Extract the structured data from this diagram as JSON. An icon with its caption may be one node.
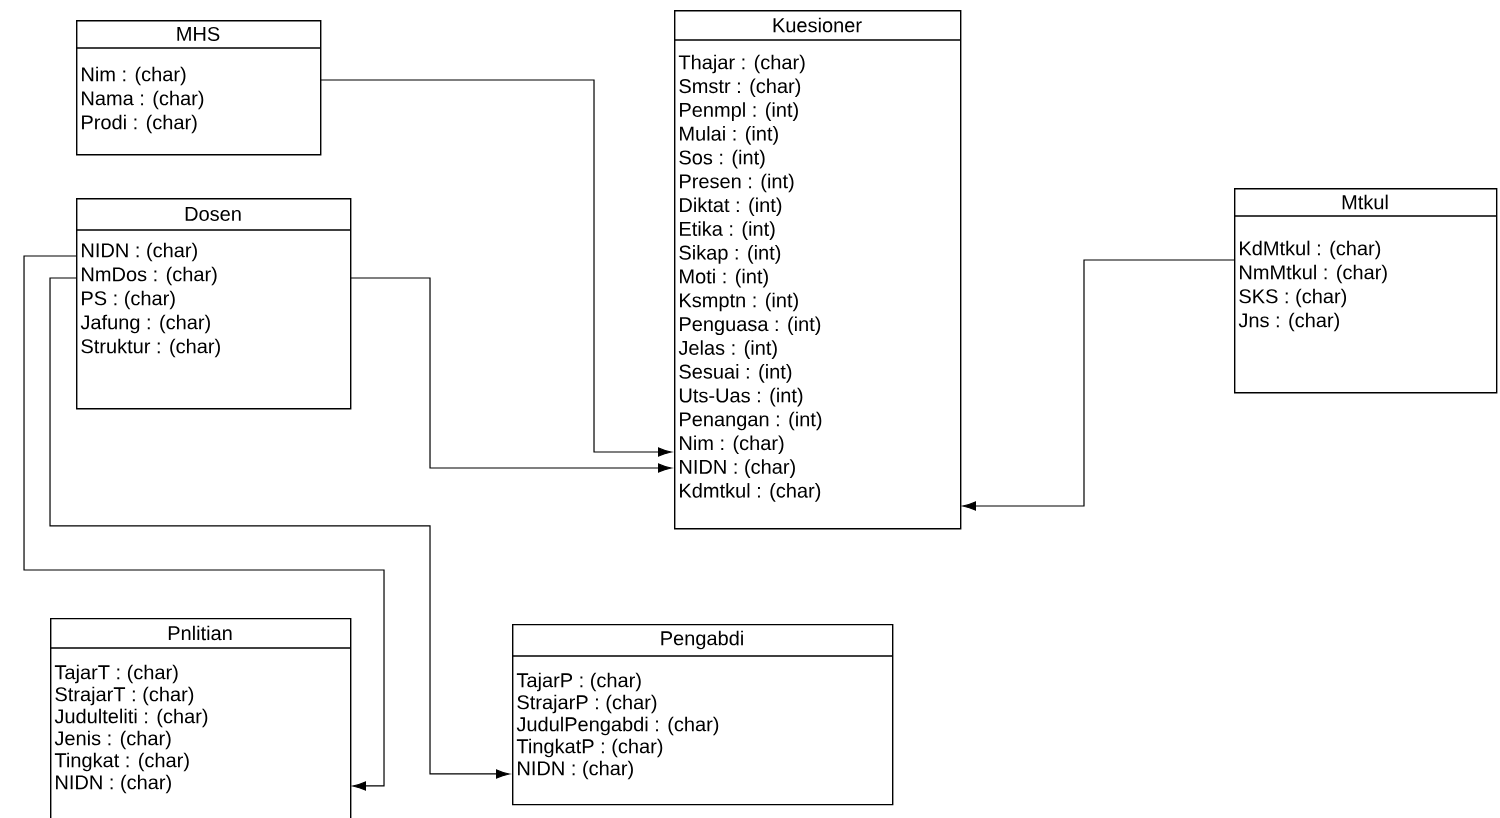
{
  "diagram": {
    "nodes": [
      {
        "text": [
          "MHS",
          "Nim : (char)",
          "Nama : (char)",
          "Prodi : (char)"
        ]
      },
      {
        "text": [
          "Dosen",
          "NIDN : (char)",
          "NmDos : (char)",
          "PS : (char)",
          "Jafung : (char)",
          "Struktur : (char)"
        ]
      },
      {
        "text": [
          "Kuesioner",
          "Thajar : (char)",
          "Smstr : (char)",
          "Penmpl : (int)",
          "Mulai : (int)",
          "Sos : (int)",
          "Presen : (int)",
          "Diktat : (int)",
          "Etika : (int)",
          "Sikap : (int)",
          "Moti : (int)",
          "Ksmptn : (int)",
          "Penguasa : (int)",
          "Jelas : (int)",
          "Sesuai : (int)",
          "Uts-Uas : (int)",
          "Penangan : (int)",
          "Nim : (char)",
          "NIDN : (char)",
          "Kdmtkul : (char)"
        ]
      },
      {
        "text": [
          "Mtkul",
          "KdMtkul : (char)",
          "NmMtkul : (char)",
          "SKS : (char)",
          "Jns : (char)"
        ]
      },
      {
        "text": [
          "Pnlitian",
          "TajarT : (char)",
          "StrajarT : (char)",
          "Judulteliti : (char)",
          "Jenis : (char)",
          "Tingkat : (char)",
          "NIDN : (char)"
        ]
      },
      {
        "text": [
          "Pengabdi",
          "TajarP : (char)",
          "StrajarP : (char)",
          "JudulPengabdi : (char)",
          "TingkatP : (char)",
          "NIDN : (char)"
        ]
      }
    ],
    "edges": [
      {
        "from": 0,
        "to": 2,
        "arrow": "to"
      },
      {
        "from": 1,
        "to": 2,
        "arrow": "to"
      },
      {
        "from": 3,
        "to": 2,
        "arrow": "to"
      },
      {
        "from": 1,
        "to": 4,
        "arrow": "to"
      },
      {
        "from": 1,
        "to": 5,
        "arrow": "to"
      }
    ]
  }
}
